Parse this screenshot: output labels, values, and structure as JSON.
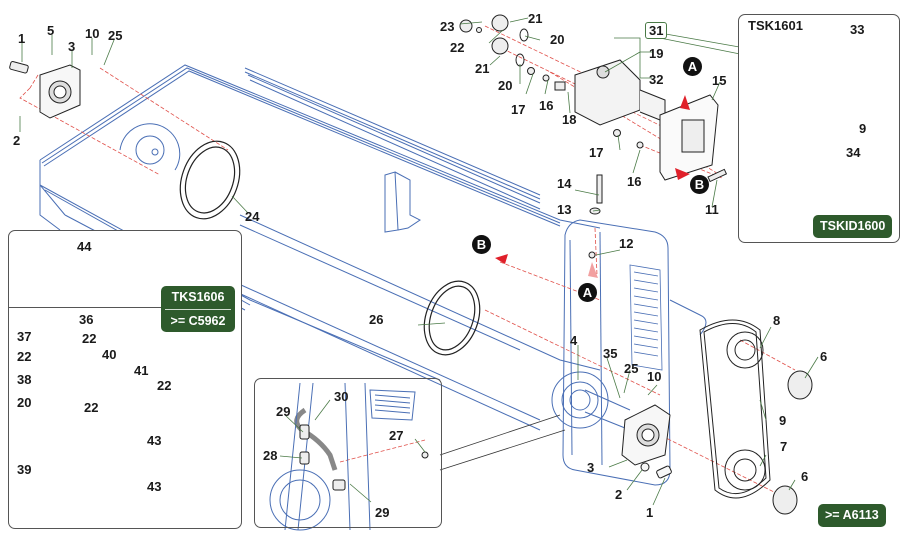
{
  "diagram": {
    "type": "exploded-parts-diagram",
    "colors": {
      "frame_line": "#4a6fb5",
      "part_line": "#333333",
      "leader_line": "#4a7a46",
      "axis_line": "#e0504a",
      "kit_badge_bg": "#2e5a2c",
      "hose": "#4b6ea8"
    },
    "callouts": {
      "c1_top": "1",
      "c5": "5",
      "c3_top": "3",
      "c10_top": "10",
      "c25_top": "25",
      "c2_top": "2",
      "c24": "24",
      "c23": "23",
      "c21_a": "21",
      "c22_top": "22",
      "c20_a": "20",
      "c21_b": "21",
      "c20_b": "20",
      "c17_a": "17",
      "c16_a": "16",
      "c18": "18",
      "c19": "19",
      "c32": "32",
      "c15": "15",
      "c17_b": "17",
      "c16_b": "16",
      "c11": "11",
      "c14": "14",
      "c13": "13",
      "c12": "12",
      "c26": "26",
      "c4": "4",
      "c35": "35",
      "c25_mid": "25",
      "c10_mid": "10",
      "c3_bot": "3",
      "c2_bot": "2",
      "c1_bot": "1",
      "c8": "8",
      "c6_top": "6",
      "c9_main": "9",
      "c7": "7",
      "c6_bot": "6",
      "c33": "33",
      "c9_kit": "9",
      "c34": "34",
      "c44": "44",
      "c36": "36",
      "c37": "37",
      "c22_b": "22",
      "c22_c": "22",
      "c40": "40",
      "c38": "38",
      "c41": "41",
      "c22_d": "22",
      "c22_e": "22",
      "c20_c": "20",
      "c43_a": "43",
      "c39": "39",
      "c43_b": "43",
      "c29_a": "29",
      "c30": "30",
      "c28": "28",
      "c27": "27",
      "c29_b": "29"
    },
    "group_box_label": "31",
    "markers": {
      "a_top": "A",
      "b_top": "B",
      "b_mid": "B",
      "a_mid": "A"
    },
    "kits": {
      "belt_kit_title": "TSK1601",
      "belt_kit_badge": "TSKID1600",
      "spring_kit_badge": "TKS1606",
      "spring_kit_serial": ">= C5962",
      "main_serial_badge": ">= A6113"
    }
  }
}
